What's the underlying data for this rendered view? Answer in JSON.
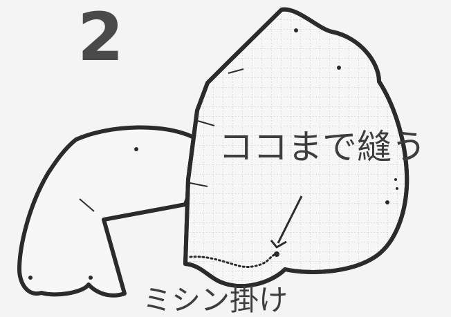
{
  "step": {
    "number": "2"
  },
  "labels": {
    "sew_to_here": "ココまで縫う",
    "machine_stitch": "ミシン掛け"
  },
  "colors": {
    "background": "#f4f4f4",
    "outline": "#2b2b2b",
    "grid": "#c8c8c8",
    "text": "#3d3d3d"
  },
  "icons": {
    "arrow": "arrow-down-left-icon"
  }
}
